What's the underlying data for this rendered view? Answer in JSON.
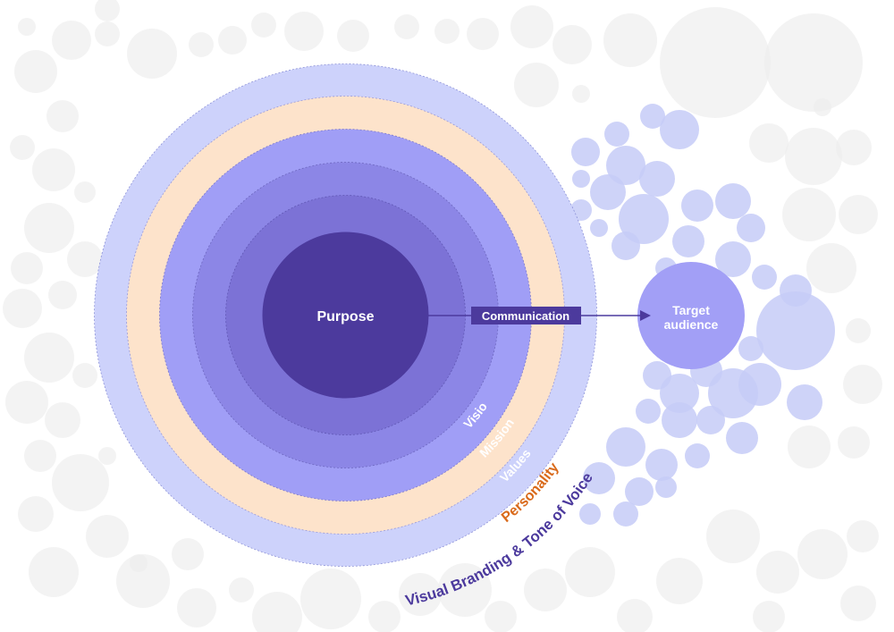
{
  "diagram": {
    "center_label": "Purpose",
    "ring_labels": {
      "vision": "Vision",
      "mission": "Mission",
      "values": "Values",
      "personality": "Personality",
      "visual_branding": "Visual Branding & Tone of Voice"
    },
    "connector_label": "Communication",
    "target_label_line1": "Target",
    "target_label_line2": "audience"
  },
  "colors": {
    "purpose": "#4c3a9d",
    "vision_ring": "#7c72d6",
    "mission_ring": "#8c86e6",
    "values_ring": "#a09ef6",
    "personality_ring": "#fde3cb",
    "branding_ring": "#cdd2fb",
    "target": "#a29ff6",
    "connector": "#4c3a9d",
    "personality_text": "#d96a1b",
    "branding_text": "#4c3a9d",
    "gray_bubble": "#ececec",
    "blue_bubble": "#c6cbf7"
  }
}
